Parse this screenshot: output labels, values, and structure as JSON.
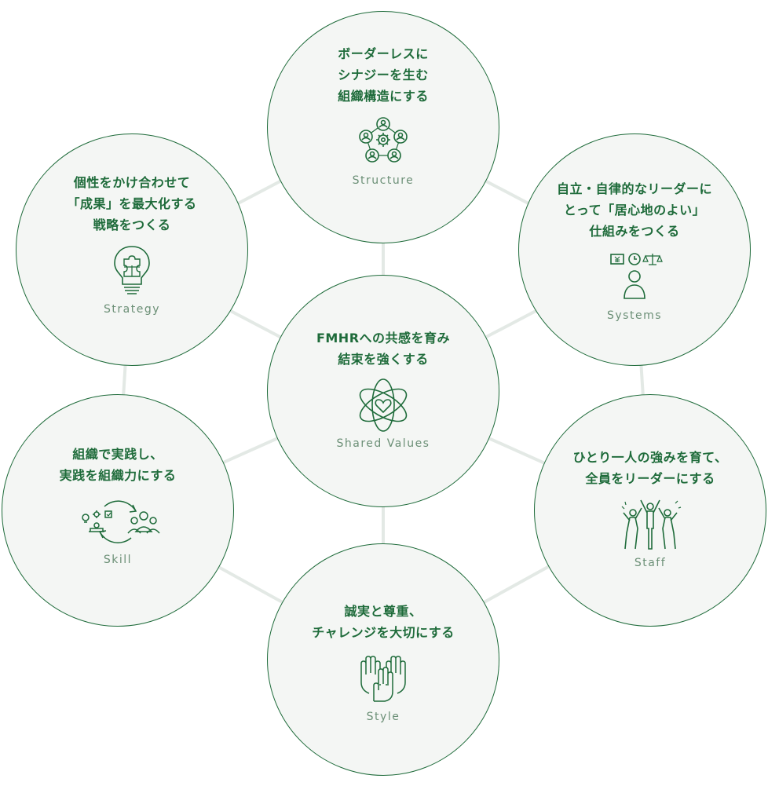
{
  "nodes": {
    "center": {
      "title": "FMHRへの共感を育み\n結束を強くする",
      "label": "Shared Values",
      "icon": "atom-heart-icon"
    },
    "structure": {
      "title": "ボーダーレスに\nシナジーを生む\n組織構造にする",
      "label": "Structure",
      "icon": "network-gear-icon"
    },
    "systems": {
      "title": "自立・自律的なリーダーに\nとって「居心地のよい」\n仕組みをつくる",
      "label": "Systems",
      "icon": "person-systems-icon"
    },
    "staff": {
      "title": "ひとり一人の強みを育て、\n全員をリーダーにする",
      "label": "Staff",
      "icon": "cheering-people-icon"
    },
    "style": {
      "title": "誠実と尊重、\nチャレンジを大切にする",
      "label": "Style",
      "icon": "raised-hands-icon"
    },
    "skill": {
      "title": "組織で実践し、\n実践を組織力にする",
      "label": "Skill",
      "icon": "practice-cycle-icon"
    },
    "strategy": {
      "title": "個性をかけ合わせて\n「成果」を最大化する\n戦略をつくる",
      "label": "Strategy",
      "icon": "lightbulb-puzzle-icon"
    }
  },
  "colors": {
    "accent": "#1e6b3a",
    "label": "#6b8f76",
    "fill": "#f4f6f4",
    "connector": "#e3e9e5"
  }
}
